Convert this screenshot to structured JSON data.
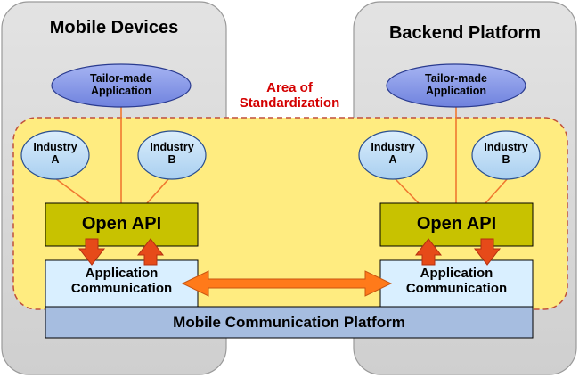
{
  "panels": {
    "left_title": "Mobile Devices",
    "right_title": "Backend Platform"
  },
  "standardization_area": {
    "label_line1": "Area of",
    "label_line2": "Standardization"
  },
  "left": {
    "tailor_line1": "Tailor-made",
    "tailor_line2": "Application",
    "industry_a_line1": "Industry",
    "industry_a_line2": "A",
    "industry_b_line1": "Industry",
    "industry_b_line2": "B",
    "open_api": "Open API",
    "app_comm_line1": "Application",
    "app_comm_line2": "Communication"
  },
  "right": {
    "tailor_line1": "Tailor-made",
    "tailor_line2": "Application",
    "industry_a_line1": "Industry",
    "industry_a_line2": "A",
    "industry_b_line1": "Industry",
    "industry_b_line2": "B",
    "open_api": "Open API",
    "app_comm_line1": "Application",
    "app_comm_line2": "Communication"
  },
  "platform": {
    "label": "Mobile Communication Platform"
  },
  "colors": {
    "panel_fill": "#d4d4d4",
    "panel_stroke": "#9a9a9a",
    "std_area_fill": "#ffec80",
    "std_area_stroke": "#c0503a",
    "oval_fill": "#7a8ee6",
    "oval_stroke": "#2a3b8f",
    "industry_fill": "#bcdcf5",
    "industry_stroke": "#2a4f8f",
    "api_fill": "#c8c200",
    "app_comm_fill": "#d9efff",
    "platform_fill": "#a6bde0",
    "arrow": "#e64a19",
    "arrow_dark": "#b33010",
    "std_label": "#d40000"
  }
}
